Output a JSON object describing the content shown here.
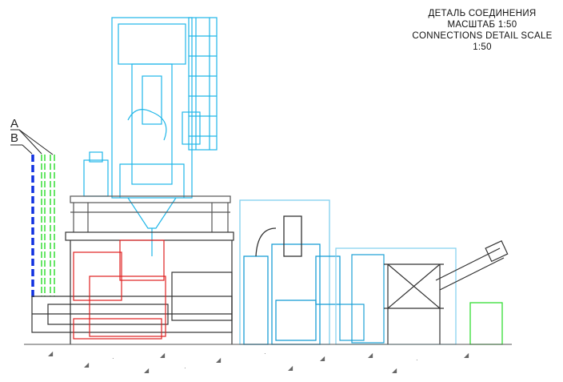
{
  "title": {
    "line1": "ДЕТАЛЬ СОЕДИНЕНИЯ",
    "line2": "МАСШТАБ 1:50",
    "line3": "CONNECTIONS DETAIL SCALE",
    "line4": "1:50"
  },
  "labels": {
    "a": "A",
    "b": "B"
  },
  "colors": {
    "tower": "#1fb6e8",
    "machine": "#1a9fd6",
    "red": "#e02020",
    "green": "#33dd33",
    "blue": "#1030e0",
    "frame": "#333333",
    "lightblue": "#7fcfee"
  }
}
